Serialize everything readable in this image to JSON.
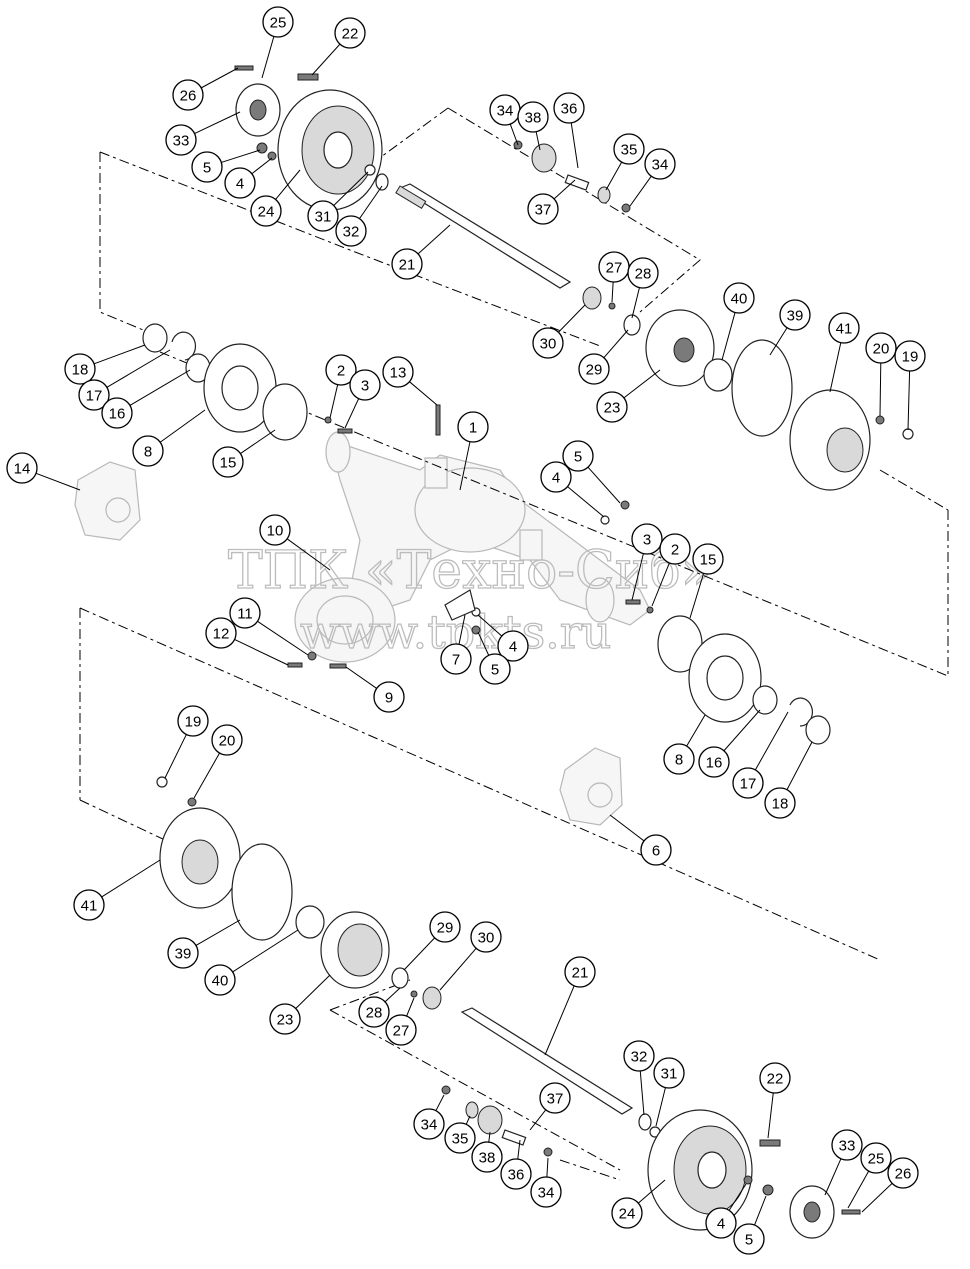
{
  "watermark": {
    "line1": "ТПК «Техно-Сиб»",
    "line2": "www.tpkts.ru"
  },
  "callouts": [
    {
      "id": "c25a",
      "label": "25"
    },
    {
      "id": "c22a",
      "label": "22"
    },
    {
      "id": "c26a",
      "label": "26"
    },
    {
      "id": "c33a",
      "label": "33"
    },
    {
      "id": "c5a",
      "label": "5"
    },
    {
      "id": "c4a",
      "label": "4"
    },
    {
      "id": "c24a",
      "label": "24"
    },
    {
      "id": "c31a",
      "label": "31"
    },
    {
      "id": "c32a",
      "label": "32"
    },
    {
      "id": "c21a",
      "label": "21"
    },
    {
      "id": "c34a",
      "label": "34"
    },
    {
      "id": "c38a",
      "label": "38"
    },
    {
      "id": "c36a",
      "label": "36"
    },
    {
      "id": "c35a",
      "label": "35"
    },
    {
      "id": "c34b",
      "label": "34"
    },
    {
      "id": "c37a",
      "label": "37"
    },
    {
      "id": "c27a",
      "label": "27"
    },
    {
      "id": "c28a",
      "label": "28"
    },
    {
      "id": "c30a",
      "label": "30"
    },
    {
      "id": "c29a",
      "label": "29"
    },
    {
      "id": "c23a",
      "label": "23"
    },
    {
      "id": "c40a",
      "label": "40"
    },
    {
      "id": "c39a",
      "label": "39"
    },
    {
      "id": "c41a",
      "label": "41"
    },
    {
      "id": "c20a",
      "label": "20"
    },
    {
      "id": "c19a",
      "label": "19"
    },
    {
      "id": "c18a",
      "label": "18"
    },
    {
      "id": "c17a",
      "label": "17"
    },
    {
      "id": "c16a",
      "label": "16"
    },
    {
      "id": "c8a",
      "label": "8"
    },
    {
      "id": "c15a",
      "label": "15"
    },
    {
      "id": "c2a",
      "label": "2"
    },
    {
      "id": "c3a",
      "label": "3"
    },
    {
      "id": "c13a",
      "label": "13"
    },
    {
      "id": "c1a",
      "label": "1"
    },
    {
      "id": "c14a",
      "label": "14"
    },
    {
      "id": "c5b",
      "label": "5"
    },
    {
      "id": "c4b",
      "label": "4"
    },
    {
      "id": "c3b",
      "label": "3"
    },
    {
      "id": "c2b",
      "label": "2"
    },
    {
      "id": "c15b",
      "label": "15"
    },
    {
      "id": "c10a",
      "label": "10"
    },
    {
      "id": "c11a",
      "label": "11"
    },
    {
      "id": "c12a",
      "label": "12"
    },
    {
      "id": "c7a",
      "label": "7"
    },
    {
      "id": "c4c",
      "label": "4"
    },
    {
      "id": "c5c",
      "label": "5"
    },
    {
      "id": "c9a",
      "label": "9"
    },
    {
      "id": "c8b",
      "label": "8"
    },
    {
      "id": "c16b",
      "label": "16"
    },
    {
      "id": "c17b",
      "label": "17"
    },
    {
      "id": "c18b",
      "label": "18"
    },
    {
      "id": "c6a",
      "label": "6"
    },
    {
      "id": "c19b",
      "label": "19"
    },
    {
      "id": "c20b",
      "label": "20"
    },
    {
      "id": "c41b",
      "label": "41"
    },
    {
      "id": "c39b",
      "label": "39"
    },
    {
      "id": "c40b",
      "label": "40"
    },
    {
      "id": "c23b",
      "label": "23"
    },
    {
      "id": "c29b",
      "label": "29"
    },
    {
      "id": "c30b",
      "label": "30"
    },
    {
      "id": "c21b",
      "label": "21"
    },
    {
      "id": "c28b",
      "label": "28"
    },
    {
      "id": "c27b",
      "label": "27"
    },
    {
      "id": "c32b",
      "label": "32"
    },
    {
      "id": "c31b",
      "label": "31"
    },
    {
      "id": "c22b",
      "label": "22"
    },
    {
      "id": "c37b",
      "label": "37"
    },
    {
      "id": "c34c",
      "label": "34"
    },
    {
      "id": "c35b",
      "label": "35"
    },
    {
      "id": "c38b",
      "label": "38"
    },
    {
      "id": "c36b",
      "label": "36"
    },
    {
      "id": "c34d",
      "label": "34"
    },
    {
      "id": "c24b",
      "label": "24"
    },
    {
      "id": "c33b",
      "label": "33"
    },
    {
      "id": "c25b",
      "label": "25"
    },
    {
      "id": "c26b",
      "label": "26"
    },
    {
      "id": "c4d",
      "label": "4"
    },
    {
      "id": "c5d",
      "label": "5"
    }
  ]
}
